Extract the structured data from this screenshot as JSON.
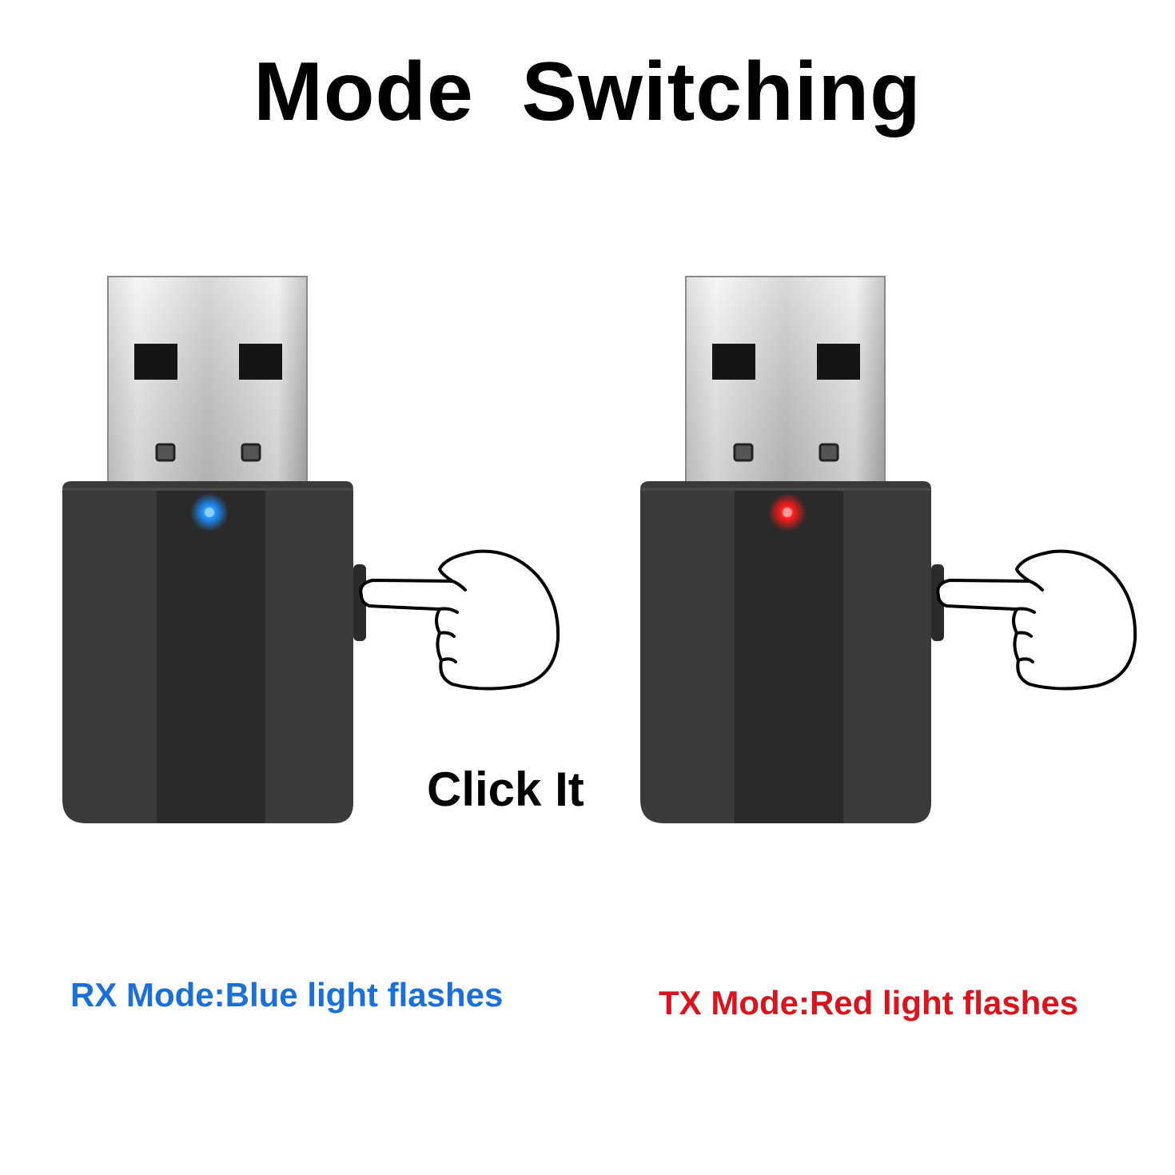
{
  "title": "Mode  Switching",
  "click_label": "Click It",
  "modes": [
    {
      "caption": "RX Mode:Blue light flashes",
      "caption_color": "#1a6fd8",
      "led_color": "#1e90ff"
    },
    {
      "caption": "TX Mode:Red light flashes",
      "caption_color": "#d9141c",
      "led_color": "#ff1a1a"
    }
  ],
  "colors": {
    "body_dark": "#3a3a3a",
    "body_center": "#2a2a2a",
    "metal_light": "#e6e6e6",
    "metal_dark": "#9a9a9a"
  },
  "icons": [
    "usb-adapter-icon",
    "pointing-hand-icon",
    "led-indicator-icon",
    "side-button-icon"
  ]
}
